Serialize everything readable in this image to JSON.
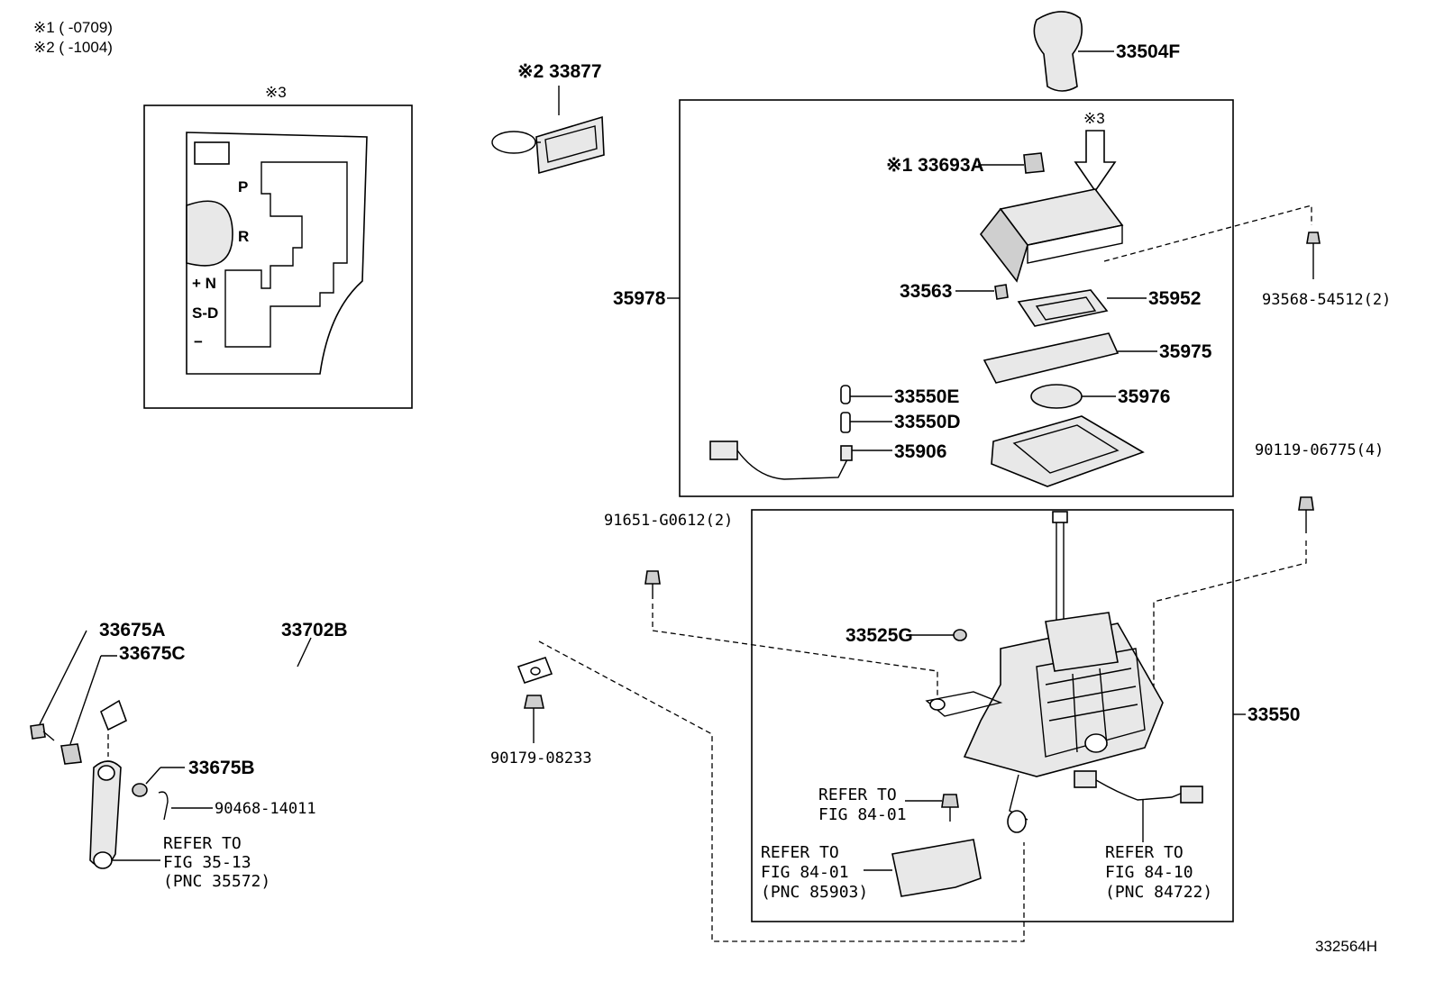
{
  "notes": {
    "n1": "※1 (      -0709)",
    "n2": "※2 (      -1004)"
  },
  "gate_panel": {
    "ref": "※3",
    "positions": [
      "P",
      "R",
      "+ N",
      "S-D",
      "−"
    ]
  },
  "labels": {
    "p33877": "※2 33877",
    "p33504F": "33504F",
    "p33693A": "※1 33693A",
    "arrow_ref": "※3",
    "p33563": "33563",
    "p35952": "35952",
    "p35975": "35975",
    "p35976": "35976",
    "p33550E": "33550E",
    "p33550D": "33550D",
    "p35906": "35906",
    "p35978": "35978",
    "p93568": "93568-54512(2)",
    "p90119": "90119-06775(4)",
    "p91651": "91651-G0612(2)",
    "p33525G": "33525G",
    "p33550": "33550",
    "p33675A": "33675A",
    "p33675C": "33675C",
    "p33702B": "33702B",
    "p90179": "90179-08233",
    "p33675B": "33675B",
    "p90468": "90468-14011"
  },
  "refs": {
    "fig3513": [
      "REFER TO",
      "FIG 35-13",
      "(PNC 35572)"
    ],
    "fig8401a": [
      "REFER TO",
      "FIG 84-01"
    ],
    "fig8401b": [
      "REFER TO",
      "FIG 84-01",
      "(PNC 85903)"
    ],
    "fig8410": [
      "REFER TO",
      "FIG 84-10",
      "(PNC 84722)"
    ]
  },
  "illustration_id": "332564H"
}
